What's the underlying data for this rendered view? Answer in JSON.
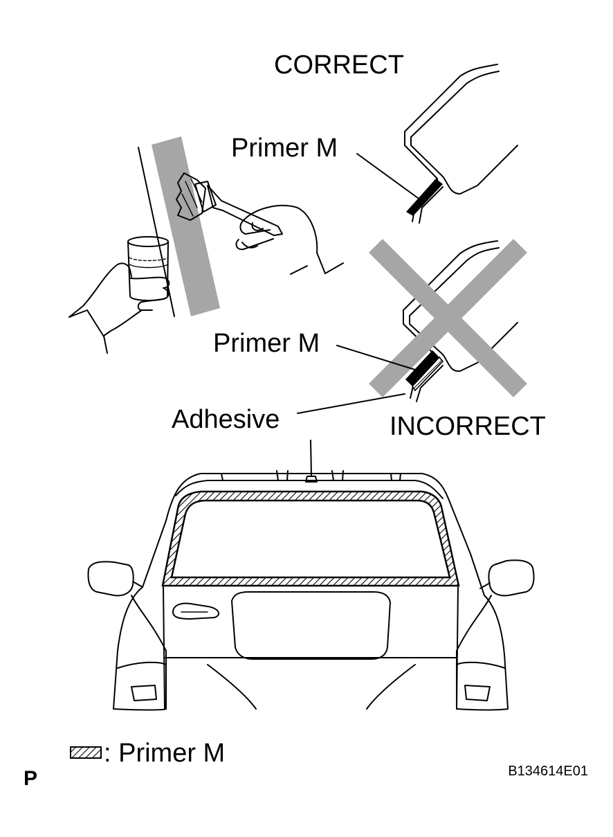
{
  "labels": {
    "correct": "CORRECT",
    "incorrect": "INCORRECT",
    "primer_correct": "Primer M",
    "primer_incorrect": "Primer M",
    "adhesive": "Adhesive",
    "legend_text": ": Primer M",
    "page_code": "P",
    "figure_id": "B134614E01"
  },
  "colors": {
    "primer_band": "#a6a6a6",
    "cross": "#a6a6a6",
    "line": "#000000"
  }
}
